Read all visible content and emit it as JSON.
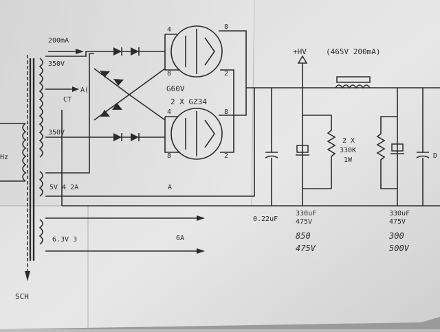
{
  "labels": {
    "current_200ma": "200mA",
    "sec_350_top": "350V",
    "sec_350_bot": "350V",
    "ct": "CT",
    "ac": "A(",
    "hz_partial": "Hz",
    "fil_5v": "5V 4 2A",
    "fil_5v_a": "A",
    "fil_63v": "6.3V 3",
    "fil_6a": "6A",
    "sch": "SCH",
    "tube_voltage": "G60V",
    "tubes": "2 X GZ34",
    "pin_4_top": "4",
    "pin_8_top": "8",
    "pin_8_top_left": "8",
    "pin_2_top": "2",
    "pin_4_bot": "4",
    "pin_8_bot": "8",
    "pin_8_bot_left": "8",
    "pin_2_bot": "2",
    "hv": "+HV",
    "hv_spec": "(465V 200mA)",
    "cap_small": "0.22uF",
    "cap1_value": "330uF",
    "cap1_voltage": "475V",
    "cap1_note1": "850",
    "cap1_note2": "475V",
    "resistors_count": "2 X",
    "resistor_value": "330K",
    "resistor_power": "1W",
    "cap2_value": "330uF",
    "cap2_voltage": "475V",
    "cap2_note1": "300",
    "cap2_note2": "500V",
    "right_edge": "D"
  }
}
